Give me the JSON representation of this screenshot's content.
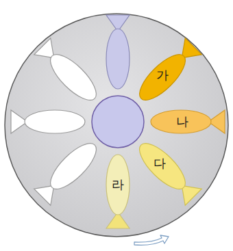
{
  "diagram": {
    "nodes": [
      {
        "text": [
          "가"
        ]
      },
      {
        "text": [
          "나"
        ]
      },
      {
        "text": [
          "다"
        ]
      },
      {
        "text": [
          "라"
        ]
      }
    ]
  }
}
